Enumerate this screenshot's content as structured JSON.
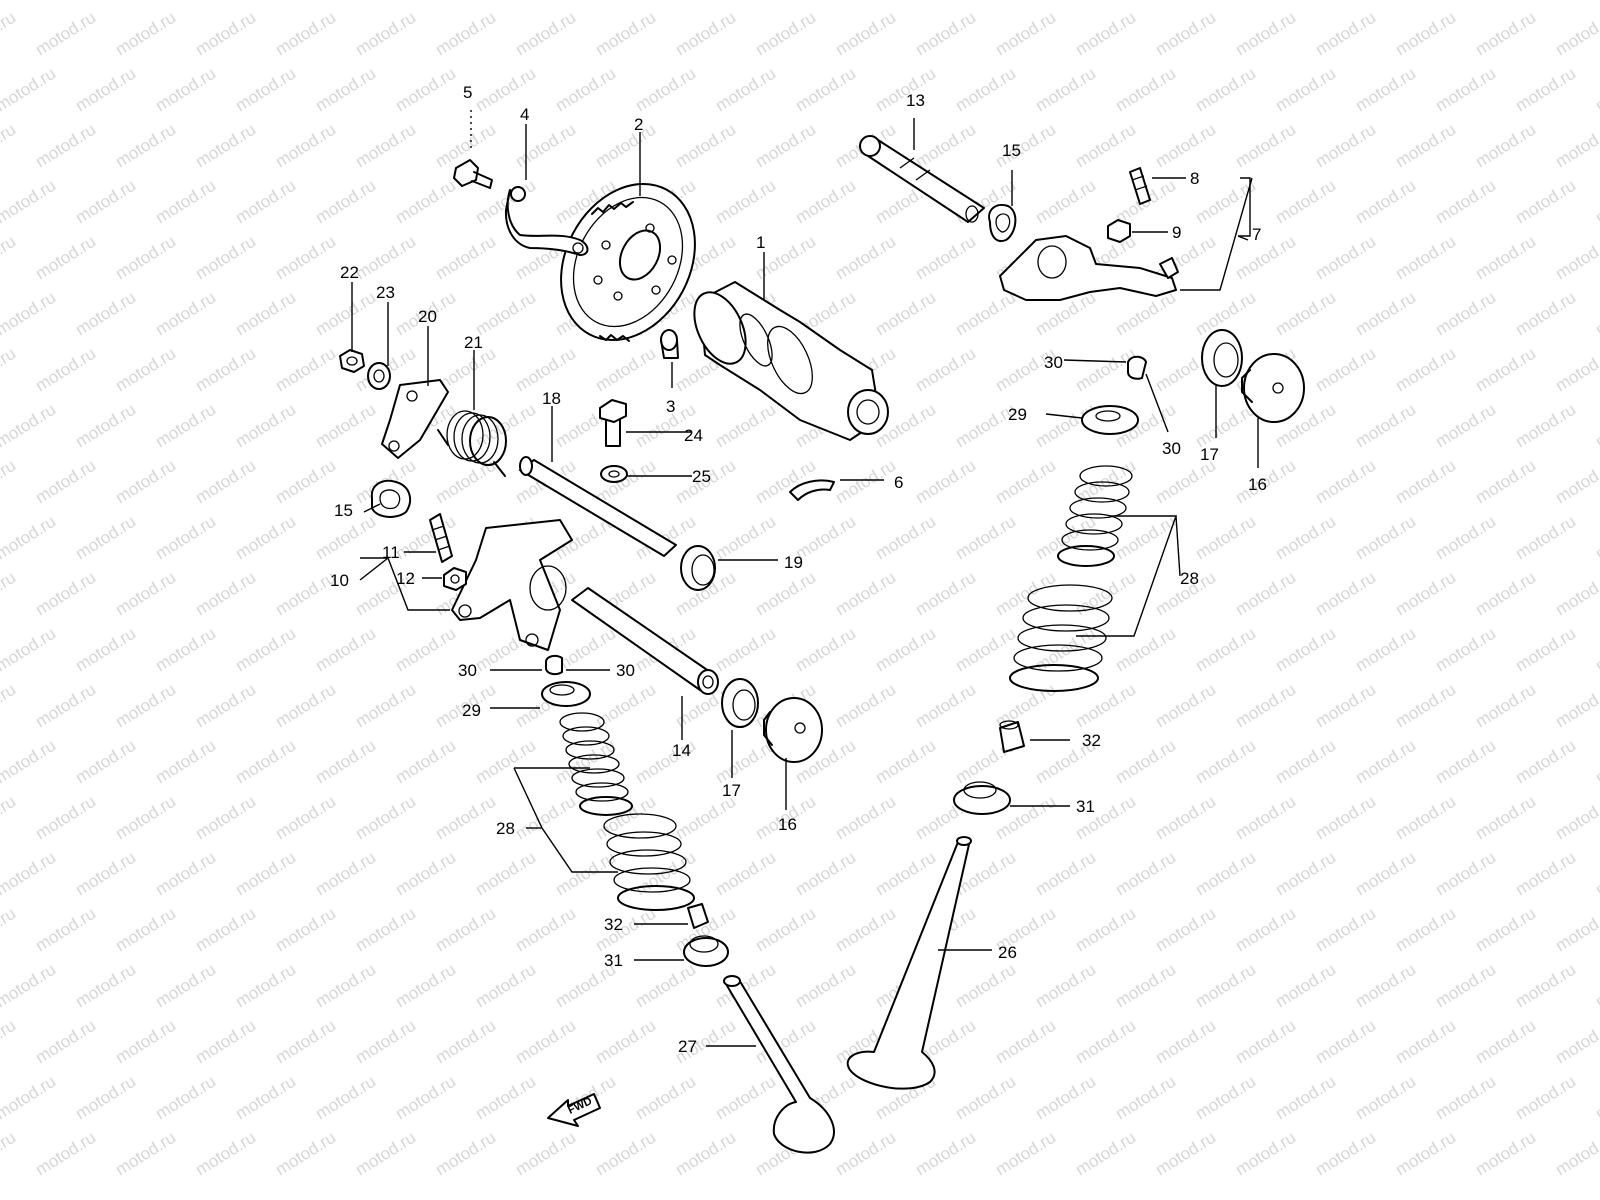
{
  "watermark": "motod.ru",
  "direction_label": "FWD",
  "callouts": {
    "c1": "1",
    "c2": "2",
    "c3": "3",
    "c4": "4",
    "c5": "5",
    "c6": "6",
    "c7": "7",
    "c8": "8",
    "c9": "9",
    "c10": "10",
    "c11": "11",
    "c12": "12",
    "c13": "13",
    "c14": "14",
    "c15a": "15",
    "c15b": "15",
    "c16a": "16",
    "c16b": "16",
    "c17a": "17",
    "c17b": "17",
    "c18": "18",
    "c19": "19",
    "c20": "20",
    "c21": "21",
    "c22": "22",
    "c23": "23",
    "c24": "24",
    "c25": "25",
    "c26": "26",
    "c27": "27",
    "c28a": "28",
    "c28b": "28",
    "c29a": "29",
    "c29b": "29",
    "c30a": "30",
    "c30b": "30",
    "c30c": "30",
    "c30d": "30",
    "c31a": "31",
    "c31b": "31",
    "c32a": "32",
    "c32b": "32"
  }
}
